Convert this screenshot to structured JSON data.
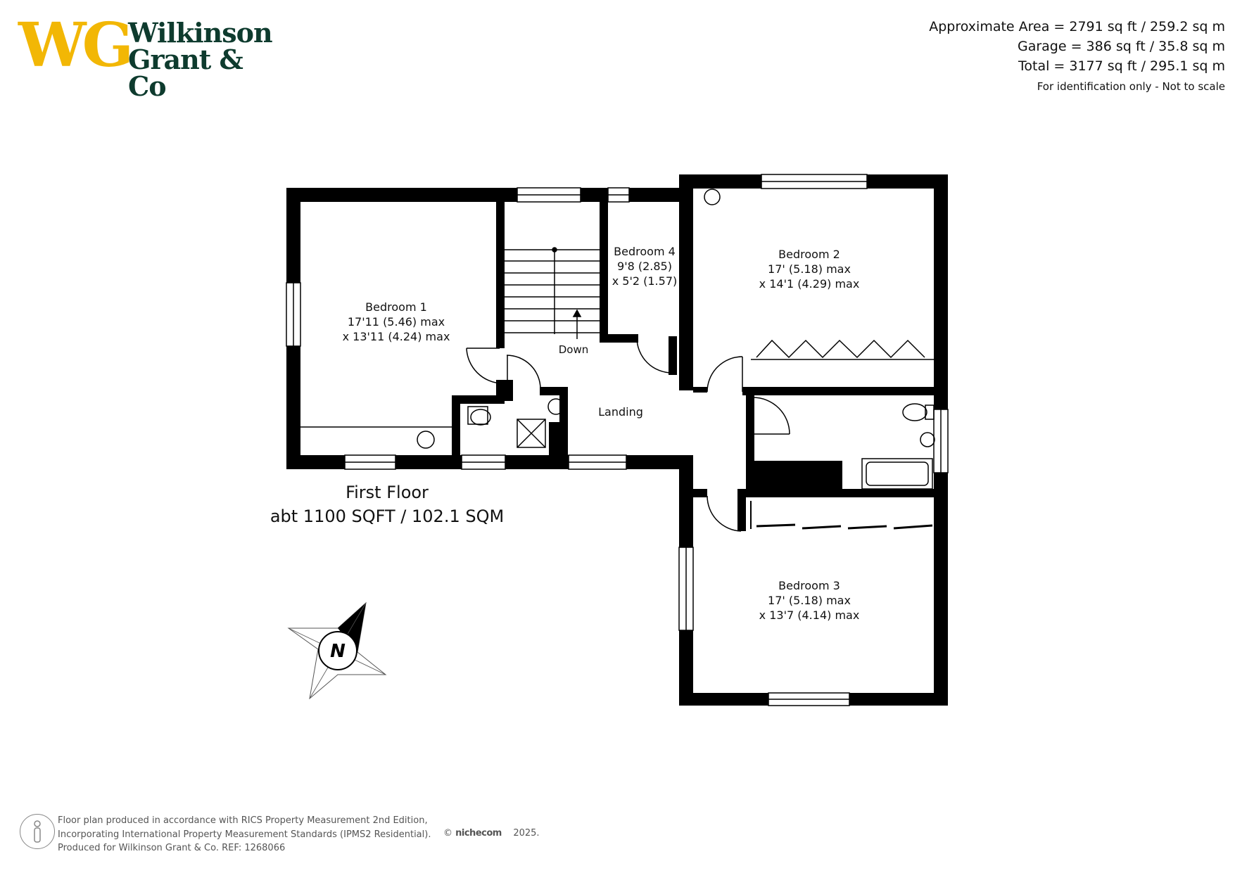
{
  "brand": {
    "initials": "WG",
    "name_line1": "Wilkinson",
    "name_line2": "Grant & Co"
  },
  "areas": {
    "approximate": "Approximate Area = 2791 sq ft / 259.2 sq m",
    "garage": "Garage = 386 sq ft / 35.8 sq m",
    "total": "Total = 3177 sq ft / 295.1 sq m",
    "note": "For identification only - Not to scale"
  },
  "floor": {
    "name": "First Floor",
    "area": "abt 1100 SQFT / 102.1 SQM"
  },
  "rooms": {
    "bedroom1": {
      "name": "Bedroom 1",
      "dim1": "17'11 (5.46) max",
      "dim2": "x 13'11 (4.24) max"
    },
    "bedroom2": {
      "name": "Bedroom 2",
      "dim1": "17' (5.18) max",
      "dim2": "x 14'1 (4.29) max"
    },
    "bedroom3": {
      "name": "Bedroom 3",
      "dim1": "17' (5.18) max",
      "dim2": "x 13'7 (4.14) max"
    },
    "bedroom4": {
      "name": "Bedroom 4",
      "dim1": "9'8 (2.85)",
      "dim2": "x 5'2 (1.57)"
    },
    "landing": {
      "name": "Landing"
    },
    "stairs": {
      "label": "Down"
    }
  },
  "compass": {
    "letter": "N"
  },
  "footer": {
    "line1": "Floor plan produced in accordance with RICS Property Measurement 2nd Edition,",
    "line2": "Incorporating International Property Measurement Standards (IPMS2 Residential).",
    "line3": "Produced for Wilkinson Grant & Co.   REF:  1268066",
    "copyright": "©",
    "producer": "nichecom",
    "year": "2025."
  },
  "colors": {
    "wall": "#000000",
    "logo_gold": "#f2b705",
    "logo_green": "#0e3b2e"
  }
}
